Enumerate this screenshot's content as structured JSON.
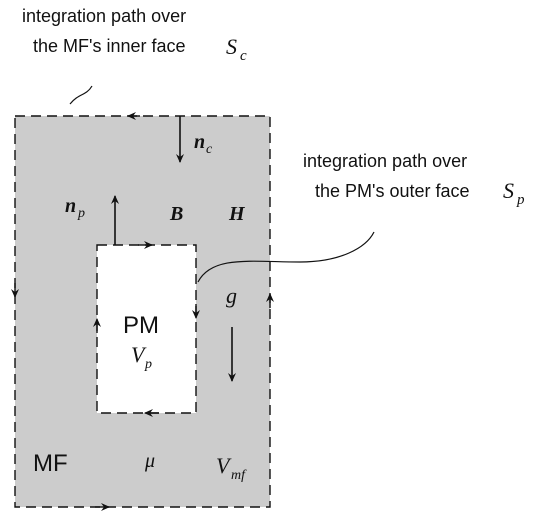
{
  "annotations": {
    "mf_inner_line1": "integration path over",
    "mf_inner_line2": "the MF's inner face",
    "mf_inner_symbol": "S",
    "mf_inner_symbol_sub": "c",
    "pm_outer_line1": "integration path over",
    "pm_outer_line2": "the PM's outer face",
    "pm_outer_symbol": "S",
    "pm_outer_symbol_sub": "p"
  },
  "regions": {
    "pm_label": "PM",
    "pm_volume": "V",
    "pm_volume_sub": "p",
    "mf_label": "MF",
    "mf_permeability": "μ",
    "mf_volume": "V",
    "mf_volume_sub": "mf"
  },
  "vectors": {
    "n_c": "n",
    "n_c_sub": "c",
    "n_p": "n",
    "n_p_sub": "p",
    "B": "B",
    "H": "H",
    "g": "g"
  },
  "colors": {
    "mf_fill": "#cccccc",
    "pm_fill": "#ffffff",
    "line": "#111111"
  }
}
